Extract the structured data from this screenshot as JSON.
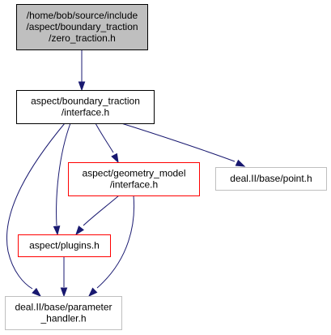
{
  "colors": {
    "edge": "#191970",
    "highlight_fill": "#bfbfbf",
    "highlight_border": "#000000",
    "default_fill": "#ffffff",
    "default_border": "#000000",
    "incomplete_border": "#ff0000",
    "external_border": "#bfbfbf",
    "text": "#000000"
  },
  "nodes": [
    {
      "id": "zero_traction",
      "label_lines": [
        "/home/bob/source/include",
        "/aspect/boundary_traction",
        "/zero_traction.h"
      ],
      "style": "highlight"
    },
    {
      "id": "bt_interface",
      "label_lines": [
        "aspect/boundary_traction",
        "/interface.h"
      ],
      "style": "default"
    },
    {
      "id": "gm_interface",
      "label_lines": [
        "aspect/geometry_model",
        "/interface.h"
      ],
      "style": "incomplete"
    },
    {
      "id": "point",
      "label_lines": [
        "deal.II/base/point.h"
      ],
      "style": "external"
    },
    {
      "id": "plugins",
      "label_lines": [
        "aspect/plugins.h"
      ],
      "style": "incomplete"
    },
    {
      "id": "param_handler",
      "label_lines": [
        "deal.II/base/parameter",
        "_handler.h"
      ],
      "style": "external"
    }
  ],
  "edges": [
    {
      "from": "zero_traction",
      "to": "bt_interface"
    },
    {
      "from": "bt_interface",
      "to": "gm_interface"
    },
    {
      "from": "bt_interface",
      "to": "point"
    },
    {
      "from": "bt_interface",
      "to": "plugins"
    },
    {
      "from": "bt_interface",
      "to": "param_handler"
    },
    {
      "from": "gm_interface",
      "to": "plugins"
    },
    {
      "from": "gm_interface",
      "to": "param_handler"
    },
    {
      "from": "plugins",
      "to": "param_handler"
    }
  ]
}
